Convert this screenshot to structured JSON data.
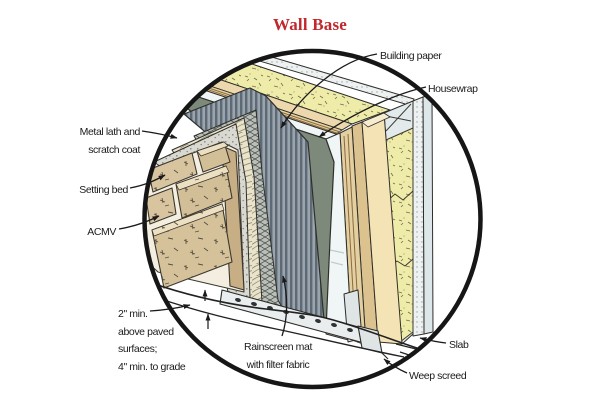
{
  "title": {
    "text": "Wall Base",
    "color": "#c2272d"
  },
  "callouts": {
    "building_paper": "Building paper",
    "housewrap": "Housewrap",
    "metal_lath_line1": "Metal lath and",
    "metal_lath_line2": "scratch coat",
    "setting_bed": "Setting bed",
    "acmv": "ACMV",
    "clearance_line1": "2\" min.",
    "clearance_line2": "above paved",
    "clearance_line3": "surfaces;",
    "clearance_line4": "4\" min. to grade",
    "rainscreen_line1": "Rainscreen mat",
    "rainscreen_line2": "with filter fabric",
    "weep_screed": "Weep screed",
    "slab": "Slab"
  },
  "diagram": {
    "kind": "circular cutaway wall-base construction detail",
    "components": [
      "ACMV stone veneer",
      "setting bed",
      "scratch coat",
      "metal lath",
      "rainscreen mat with filter fabric",
      "building paper",
      "housewrap",
      "plywood sheathing",
      "stud framing",
      "batt insulation",
      "interior drywall",
      "weep screed",
      "slab",
      "grade lines"
    ],
    "colors": {
      "building_paper": "#7d8a7b",
      "rainscreen": "#8a95a0",
      "insulation": "#efecaa",
      "stone": "#d8c5a0",
      "sheathing": "#ecd8ac",
      "circle_outline": "#161616"
    }
  }
}
